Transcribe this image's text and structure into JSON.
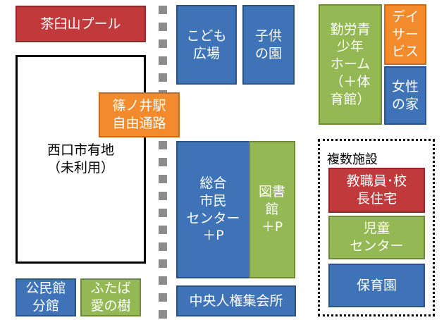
{
  "blocks": {
    "chausuyama_pool": "茶臼山プール",
    "nishiguchi_land": "西口市有地\n（未利用）",
    "shinonoi_passage": "篠ノ井駅\n自由通路",
    "kodomo_hiroba": "こども\n広場",
    "kodomo_no_sono": "子供\nの園",
    "kinro_youth_home": "勤労青\n少年\nホーム\n（＋体\n育館）",
    "day_service": "デイ\nサー\nビス",
    "women_house": "女性\nの家",
    "general_center": "総合\n市民\nセンター\n＋P",
    "library": "図書\n館\n＋P",
    "community_hall_annex": "公民館\n分館",
    "futaba_ainoki": "ふたば\n愛の樹",
    "central_human_rights": "中央人権集会所"
  },
  "complex": {
    "title": "複数施設",
    "teacher_housing": "教職員･校\n長住宅",
    "children_center": "児童\nセンター",
    "nursery": "保育園"
  }
}
